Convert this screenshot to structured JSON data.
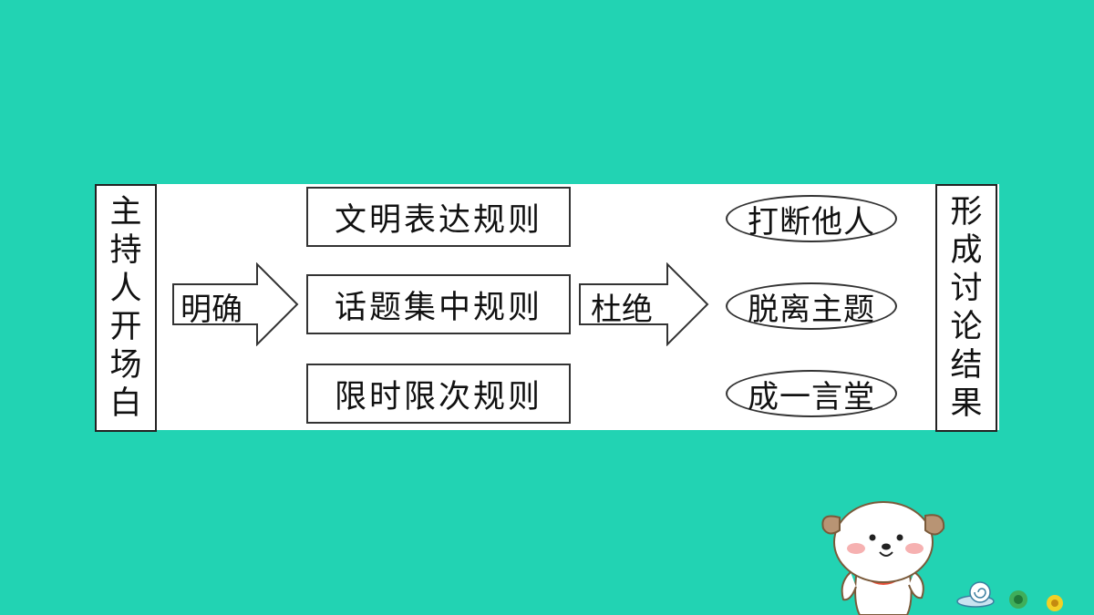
{
  "colors": {
    "background": "#22d3b3",
    "panel": "#ffffff",
    "stroke": "#333333"
  },
  "left_box": {
    "chars": [
      "主",
      "持",
      "人",
      "开",
      "场",
      "白"
    ]
  },
  "right_box": {
    "chars": [
      "形",
      "成",
      "讨",
      "论",
      "结",
      "果"
    ]
  },
  "arrows": {
    "first_label": "明确",
    "second_label": "杜绝"
  },
  "rules": [
    "文明表达规则",
    "话题集中规则",
    "限时限次规则"
  ],
  "avoid": [
    "打断他人",
    "脱离主题",
    "成一言堂"
  ],
  "decoration": {
    "icon": "dog-mascot-icon"
  }
}
